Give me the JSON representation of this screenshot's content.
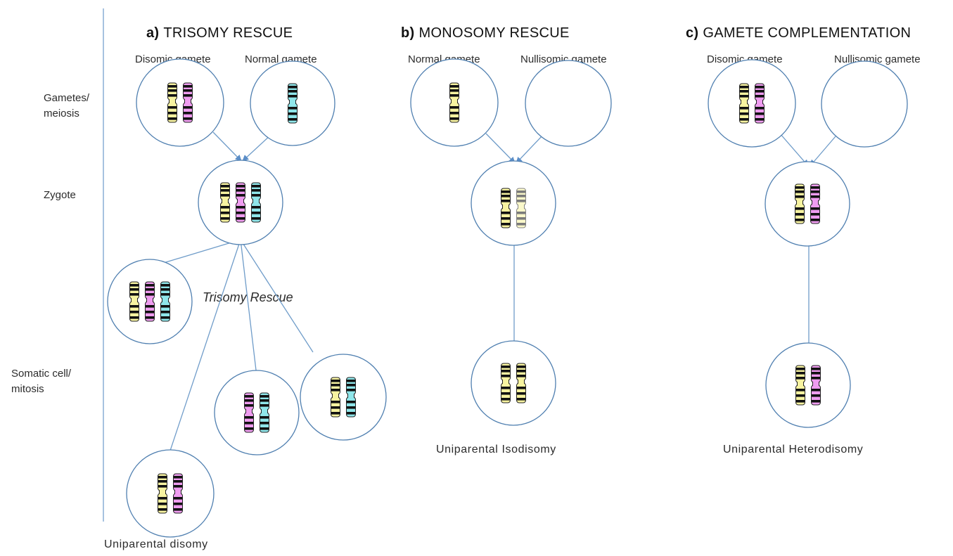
{
  "side_labels": {
    "gametes": "Gametes/\nmeiosis",
    "zygote": "Zygote",
    "somatic": "Somatic cell/\nmitosis"
  },
  "panels": {
    "a": {
      "letter": "a)",
      "title": "TRISOMY RESCUE",
      "gamete_left": "Disomic gamete",
      "gamete_right": "Normal gamete",
      "process": "Trisomy Rescue",
      "result": "Uniparental disomy"
    },
    "b": {
      "letter": "b)",
      "title": "MONOSOMY RESCUE",
      "gamete_left": "Normal gamete",
      "gamete_right": "Nullisomic gamete",
      "result": "Uniparental Isodisomy"
    },
    "c": {
      "letter": "c)",
      "title": "GAMETE COMPLEMENTATION",
      "gamete_left": "Disomic gamete",
      "gamete_right": "Nullisomic gamete",
      "result": "Uniparental Heterodisomy"
    }
  },
  "colors": {
    "circle_stroke": "#4f7fb0",
    "line": "#6f9cc9",
    "arrow": "#5b8ec8",
    "chrom_yellow": "#f7f3a0",
    "chrom_magenta": "#ef9cf0",
    "chrom_cyan": "#8fe6ea",
    "band": "#111111"
  }
}
